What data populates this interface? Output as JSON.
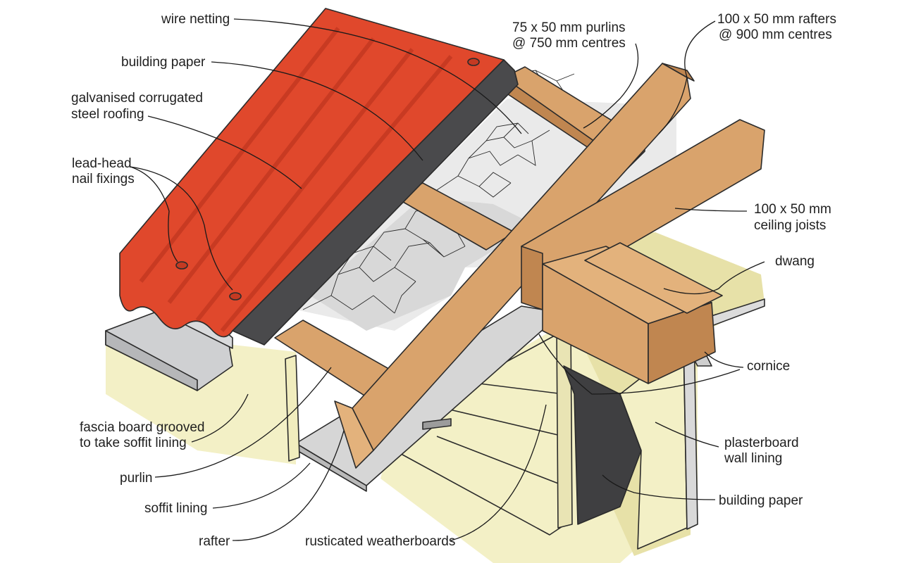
{
  "colors": {
    "roofing": "#e0482c",
    "roofing_shade": "#b5301c",
    "building_paper": "#4a4a4c",
    "timber": "#d9a36c",
    "wall_cream": "#f3f0c6",
    "soffit_grey": "#d8d8d8",
    "flashing_grey": "#cfd0d2"
  },
  "labels": {
    "wire_netting": "wire netting",
    "building_paper_top": "building paper",
    "roofing_line1": "galvanised corrugated",
    "roofing_line2": "steel roofing",
    "nail_line1": "lead-head",
    "nail_line2": "nail fixings",
    "purlins_line1": "75 x 50 mm purlins",
    "purlins_line2": "@ 750 mm centres",
    "rafters_line1": "100 x 50 mm rafters",
    "rafters_line2": "@ 900 mm centres",
    "joists_line1": "100 x 50 mm",
    "joists_line2": "ceiling joists",
    "dwang": "dwang",
    "cornice": "cornice",
    "plasterboard_line1": "plasterboard",
    "plasterboard_line2": "wall lining",
    "building_paper_bottom": "building paper",
    "fascia_line1": "fascia board grooved",
    "fascia_line2": "to take soffit lining",
    "purlin": "purlin",
    "soffit_lining": "soffit lining",
    "rafter": "rafter",
    "weatherboards": "rusticated weatherboards"
  }
}
